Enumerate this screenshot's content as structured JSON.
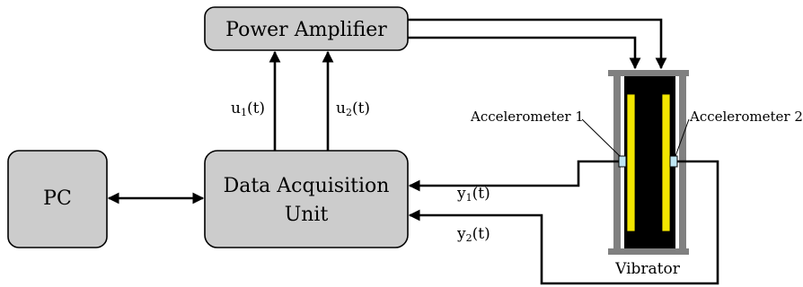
{
  "blocks": {
    "power_amplifier": "Power Amplifier",
    "pc": "PC",
    "daq_line1": "Data Acquisition",
    "daq_line2": "Unit",
    "vibrator": "Vibrator"
  },
  "signals": {
    "u1": {
      "base": "u",
      "sub": "1",
      "arg": "(t)"
    },
    "u2": {
      "base": "u",
      "sub": "2",
      "arg": "(t)"
    },
    "y1": {
      "base": "y",
      "sub": "1",
      "arg": "(t)"
    },
    "y2": {
      "base": "y",
      "sub": "2",
      "arg": "(t)"
    }
  },
  "sensors": {
    "accel1": "Accelerometer 1",
    "accel2": "Accelerometer 2"
  },
  "colors": {
    "block_fill": "#cccccc",
    "frame": "#808080",
    "vibrator_body": "#000000",
    "plate": "#f2e600",
    "sensor": "#bfe6f2"
  }
}
